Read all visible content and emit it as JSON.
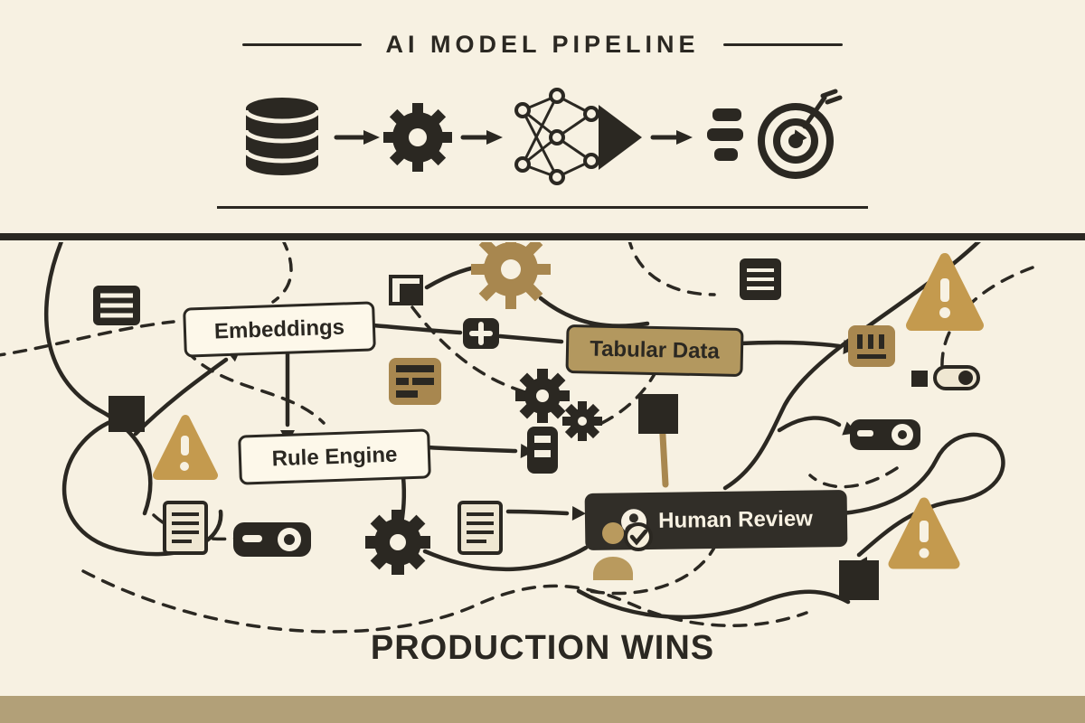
{
  "colors": {
    "background": "#f7f1e2",
    "ink": "#2b2822",
    "gold": "#c49a4e",
    "tan": "#a8874f",
    "tan_box": "#b3985f",
    "dark_box": "#312e28",
    "footer_bar": "#b2a078"
  },
  "header": {
    "title": "AI MODEL PIPELINE",
    "icons": [
      "database-icon",
      "arrow-right-icon",
      "gear-icon",
      "neural-network-icon",
      "arrow-right-icon",
      "sliders-icon",
      "target-icon"
    ]
  },
  "diagram": {
    "nodes": {
      "embeddings": {
        "label": "Embeddings"
      },
      "tabular_data": {
        "label": "Tabular Data"
      },
      "rule_engine": {
        "label": "Rule Engine"
      },
      "human_review": {
        "label": "Human Review"
      }
    },
    "icons": [
      "menu-icon",
      "gear-icon",
      "layers-icon",
      "plus-icon",
      "document-icon",
      "form-icon",
      "battery-icon",
      "warning-icon",
      "note-icon",
      "projector-icon",
      "alert-bars-icon",
      "square-node-icon",
      "toggle-icon",
      "person-icon",
      "checkmark-icon"
    ],
    "caption": "PRODUCTION WINS"
  }
}
